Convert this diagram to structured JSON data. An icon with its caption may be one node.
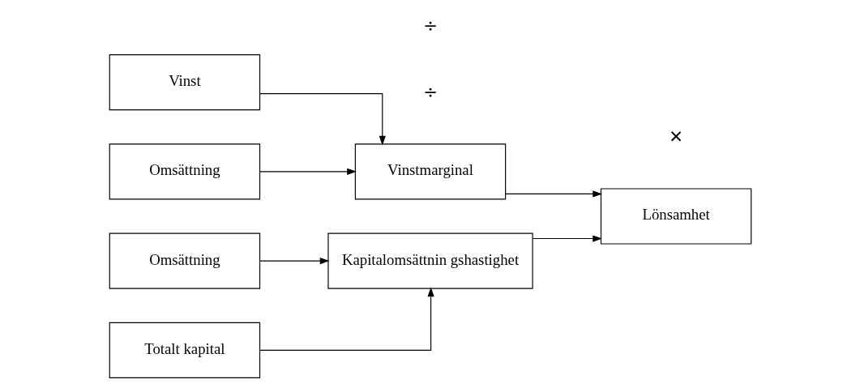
{
  "diagram": {
    "nodes": [
      {
        "text": [
          "Vinst"
        ]
      },
      {
        "text": [
          "Omsättning"
        ]
      },
      {
        "text": [
          "Vinstmarginal"
        ]
      },
      {
        "text": [
          "Omsättning"
        ]
      },
      {
        "text": [
          "Totalt kapital"
        ]
      },
      {
        "text": [
          "Kapitalomsättnin gshastighet"
        ]
      },
      {
        "text": [
          "Lönsamhet"
        ]
      }
    ],
    "edges": [
      {
        "from": 0,
        "to": 2,
        "arrow": "to"
      },
      {
        "from": 1,
        "to": 2,
        "arrow": "to"
      },
      {
        "from": 3,
        "to": 5,
        "arrow": "to"
      },
      {
        "from": 4,
        "to": 5,
        "arrow": "to"
      },
      {
        "from": 2,
        "to": 6,
        "arrow": "to"
      },
      {
        "from": 5,
        "to": 6,
        "arrow": "to"
      }
    ],
    "labels": [
      "÷",
      "÷",
      "✕"
    ]
  }
}
